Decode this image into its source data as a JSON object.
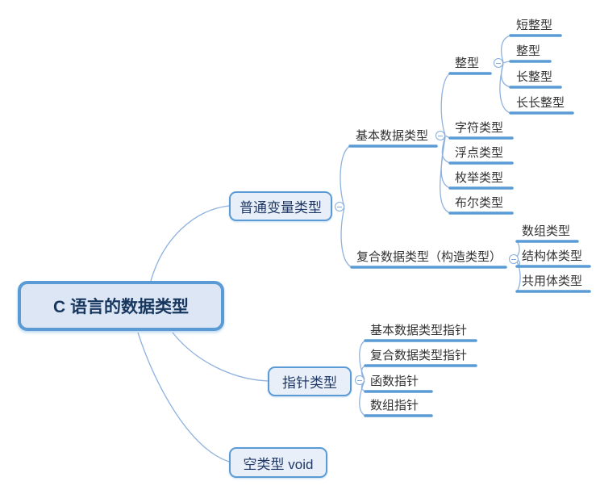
{
  "colors": {
    "accent": "#5B9BD5",
    "connector": "#8FB2DE",
    "node_fill": "#E8EFF9",
    "root_fill": "#DCE6F4",
    "node_border": "#5B9BD5",
    "node_text": "#1F3864",
    "leaf_text": "#333333"
  },
  "mindmap": {
    "root": {
      "label": "C 语言的数据类型"
    },
    "branches": [
      {
        "label": "普通变量类型",
        "children": [
          {
            "label": "基本数据类型",
            "children": [
              {
                "label": "整型",
                "children": [
                  {
                    "label": "短整型"
                  },
                  {
                    "label": "整型"
                  },
                  {
                    "label": "长整型"
                  },
                  {
                    "label": "长长整型"
                  }
                ]
              },
              {
                "label": "字符类型"
              },
              {
                "label": "浮点类型"
              },
              {
                "label": "枚举类型"
              },
              {
                "label": "布尔类型"
              }
            ]
          },
          {
            "label": "复合数据类型（构造类型）",
            "children": [
              {
                "label": "数组类型"
              },
              {
                "label": "结构体类型"
              },
              {
                "label": "共用体类型"
              }
            ]
          }
        ]
      },
      {
        "label": "指针类型",
        "children": [
          {
            "label": "基本数据类型指针"
          },
          {
            "label": "复合数据类型指针"
          },
          {
            "label": "函数指针"
          },
          {
            "label": "数组指针"
          }
        ]
      },
      {
        "label": "空类型 void"
      }
    ]
  }
}
